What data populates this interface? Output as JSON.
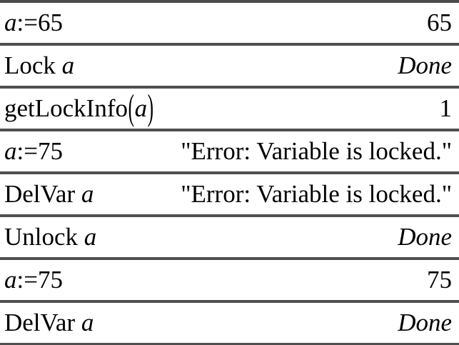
{
  "app": {
    "name": "calculator-history",
    "colors": {
      "background": "#ffffff",
      "text": "#000000",
      "top_border": "#4a4a4a",
      "separator": "#4f4f4f"
    }
  },
  "rows": [
    {
      "parts": [
        {
          "text": "a",
          "style": "italic-variable"
        },
        {
          "text": ":=65",
          "style": "roman"
        }
      ],
      "result": "65",
      "result_style": "roman"
    },
    {
      "parts": [
        {
          "text": "Lock ",
          "style": "roman-command"
        },
        {
          "text": "a",
          "style": "italic-variable"
        }
      ],
      "result": "Done",
      "result_style": "italic"
    },
    {
      "parts": [
        {
          "text": "getLockInfo",
          "style": "roman-function"
        },
        {
          "text": "(",
          "style": "paren"
        },
        {
          "text": "a",
          "style": "italic-variable"
        },
        {
          "text": ")",
          "style": "paren"
        }
      ],
      "result": "1",
      "result_style": "roman"
    },
    {
      "parts": [
        {
          "text": "a",
          "style": "italic-variable"
        },
        {
          "text": ":=75",
          "style": "roman"
        }
      ],
      "result": "\"Error: Variable is locked.\"",
      "result_style": "roman"
    },
    {
      "parts": [
        {
          "text": "DelVar ",
          "style": "roman-command"
        },
        {
          "text": "a",
          "style": "italic-variable"
        }
      ],
      "result": "\"Error: Variable is locked.\"",
      "result_style": "roman"
    },
    {
      "parts": [
        {
          "text": "Unlock ",
          "style": "roman-command"
        },
        {
          "text": "a",
          "style": "italic-variable"
        }
      ],
      "result": "Done",
      "result_style": "italic"
    },
    {
      "parts": [
        {
          "text": "a",
          "style": "italic-variable"
        },
        {
          "text": ":=75",
          "style": "roman"
        }
      ],
      "result": "75",
      "result_style": "roman"
    },
    {
      "parts": [
        {
          "text": "DelVar ",
          "style": "roman-command"
        },
        {
          "text": "a",
          "style": "italic-variable"
        }
      ],
      "result": "Done",
      "result_style": "italic"
    }
  ]
}
